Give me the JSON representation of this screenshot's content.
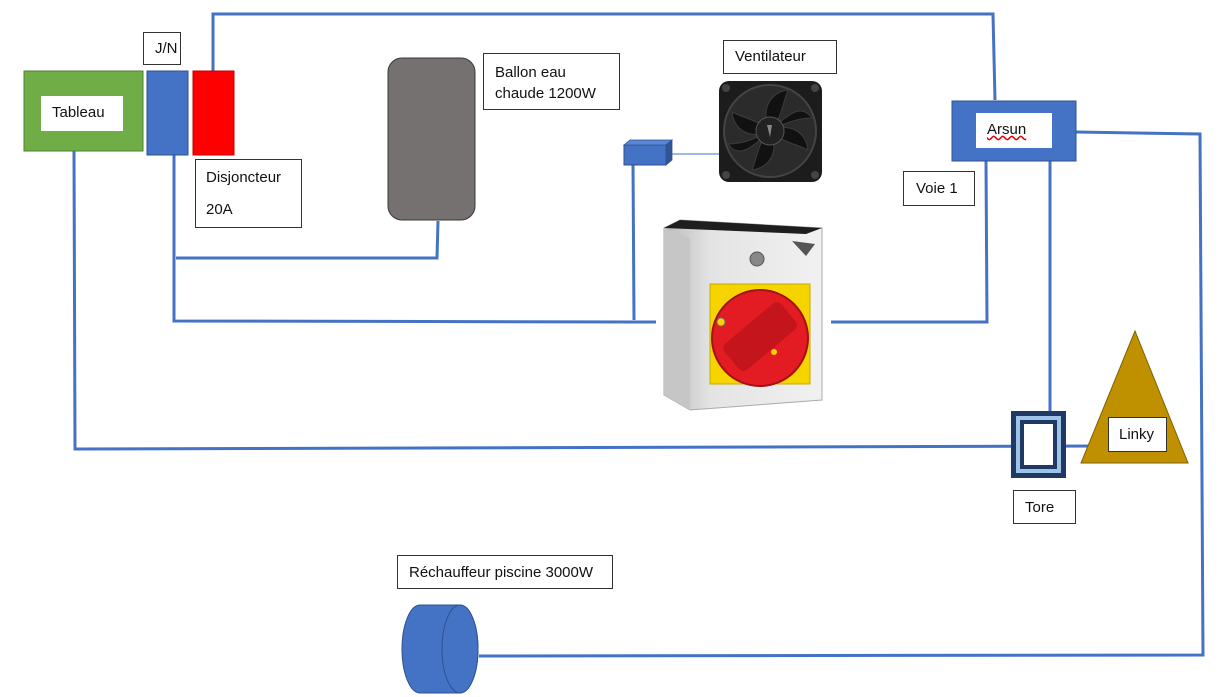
{
  "labels": {
    "tableau": "Tableau",
    "jn": "J/N",
    "disjoncteur_line1": "Disjoncteur",
    "disjoncteur_line2": "20A",
    "ballon_line1": "Ballon eau",
    "ballon_line2": "chaude 1200W",
    "ventilateur": "Ventilateur",
    "arsun": "Arsun",
    "voie1": "Voie 1",
    "linky": "Linky",
    "tore": "Tore",
    "rechauffeur": "Réchauffeur piscine 3000W"
  },
  "colors": {
    "wire": "#4472c4",
    "tableau_fill": "#70ad47",
    "neutral_block": "#4472c4",
    "breaker_block": "#ff0000",
    "ballon_fill": "#767171",
    "arsun_fill": "#4472c4",
    "linky_fill": "#bf9000",
    "switch_red": "#e31b23",
    "switch_yellow": "#f5d400"
  }
}
